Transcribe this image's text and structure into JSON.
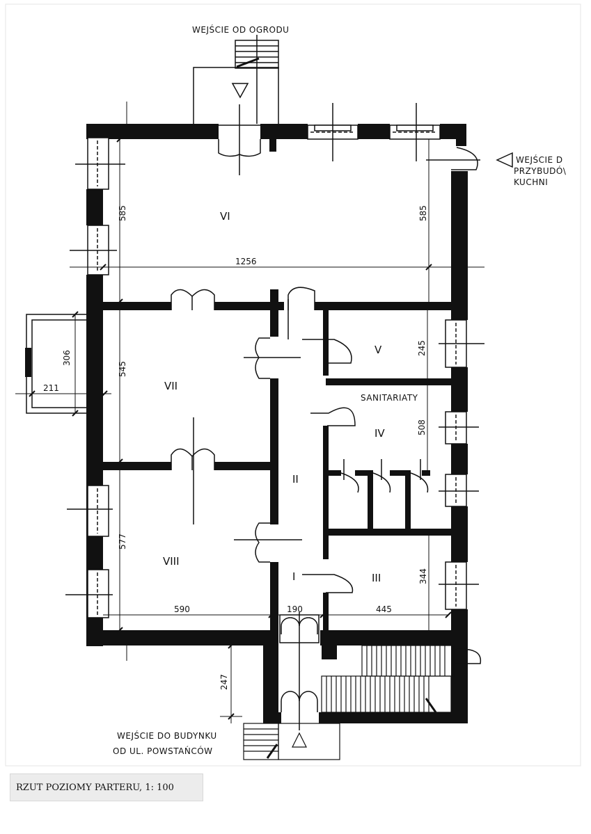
{
  "labels": {
    "entrance_garden": "WEJŚCIE OD OGRODU",
    "entrance_kitchen_1": "WEJŚCIE D",
    "entrance_kitchen_2": "PRZYBUDÓ\\",
    "entrance_kitchen_3": "KUCHNI",
    "entrance_building_1": "WEJŚCIE DO BUDYNKU",
    "entrance_building_2": "OD UL. POWSTAŃCÓW",
    "sanitary": "SANITARIATY"
  },
  "rooms": {
    "r1": "I",
    "r2": "II",
    "r3": "III",
    "r4": "IV",
    "r5": "V",
    "r6": "VI",
    "r7": "VII",
    "r8": "VIII"
  },
  "dimensions": {
    "d1256": "1256",
    "d585_left": "585",
    "d585_right": "585",
    "d306": "306",
    "d211": "211",
    "d545": "545",
    "d577": "577",
    "d590": "590",
    "d190": "190",
    "d445": "445",
    "d344": "344",
    "d245": "245",
    "d508": "508",
    "d247": "247"
  },
  "caption": "RZUT POZIOMY PARTERU, 1: 100"
}
